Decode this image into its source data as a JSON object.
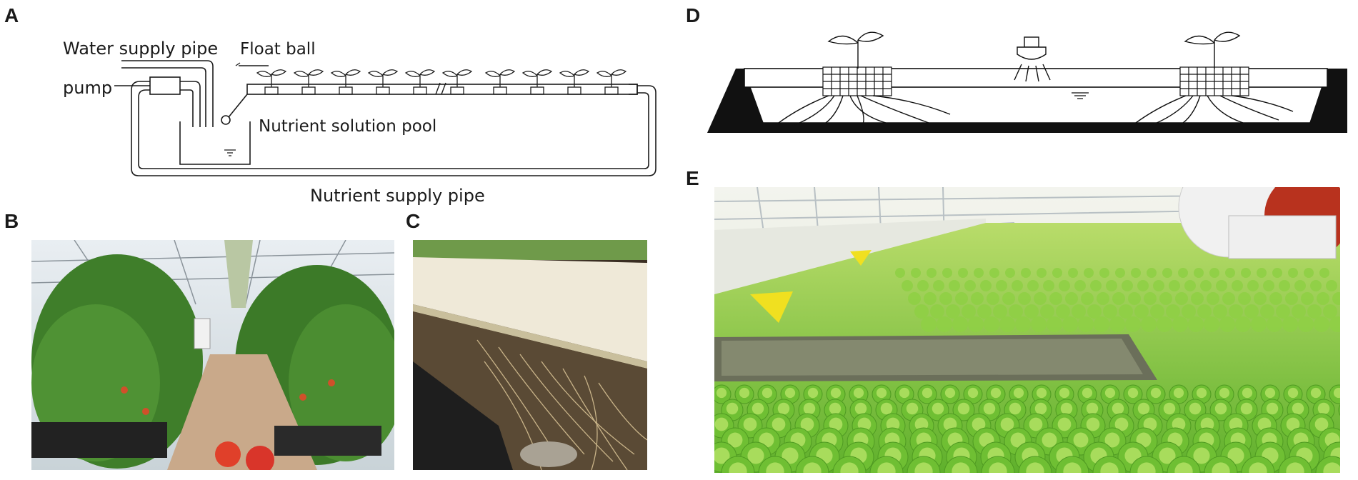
{
  "panels": {
    "a": {
      "letter": "A"
    },
    "b": {
      "letter": "B"
    },
    "c": {
      "letter": "C"
    },
    "d": {
      "letter": "D"
    },
    "e": {
      "letter": "E"
    }
  },
  "diagram_a": {
    "labels": {
      "water_supply_pipe": "Water supply pipe",
      "float_ball": "Float ball",
      "pump": "pump",
      "nutrient_solution_pool": "Nutrient solution pool",
      "nutrient_supply_pipe": "Nutrient supply pipe"
    }
  },
  "colors": {
    "line": "#1a1a1a",
    "foliage": "#3f8a2a",
    "lettuce": "#7cc83a",
    "greenhouse_frame": "#cfd6dc"
  }
}
